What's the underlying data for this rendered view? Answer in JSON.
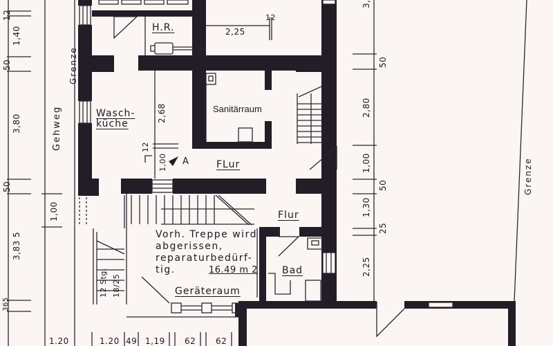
{
  "plan": {
    "colors": {
      "paper": "#fbf5f3",
      "wall": "#221d26",
      "line": "#2a2630"
    },
    "boundary_labels": {
      "left": "Grenze",
      "right": "Grenze",
      "street": "Gehweg"
    },
    "rooms": {
      "hr": "H.R.",
      "waschkueche_1": "Wasch-",
      "waschkueche_2": "küche",
      "sanitaerraum": "Sanitärraum",
      "flur_main": "FLur",
      "flur_small": "Flur",
      "bad": "Bad",
      "geraeteraum": "Geräteraum"
    },
    "note": {
      "line1": "Vorh. Treppe wird",
      "line2": "abgerissen,",
      "line3": "reparaturbedürf-",
      "line4": "tig.",
      "area": "16.49 m 2"
    },
    "section_marker": "A",
    "stair_label": {
      "steps": "12 Stg.",
      "ratio": "18/25"
    },
    "dimensions": {
      "left": [
        "12",
        "1,40",
        "50",
        "3,80",
        "50",
        "3,83 5",
        "365"
      ],
      "left_inner": "1,00",
      "top_middle": "2,25",
      "top_middle_small": "12",
      "inner_vertical": "2,68",
      "inner_small": "12",
      "inner_door": "1,00",
      "right": [
        "3,",
        "50",
        "2,80",
        "1,00",
        "50",
        "1,30",
        "25",
        "2,25"
      ],
      "bottom": [
        "1.20",
        "1.20",
        "49",
        "1,19",
        "62",
        "62"
      ]
    }
  }
}
